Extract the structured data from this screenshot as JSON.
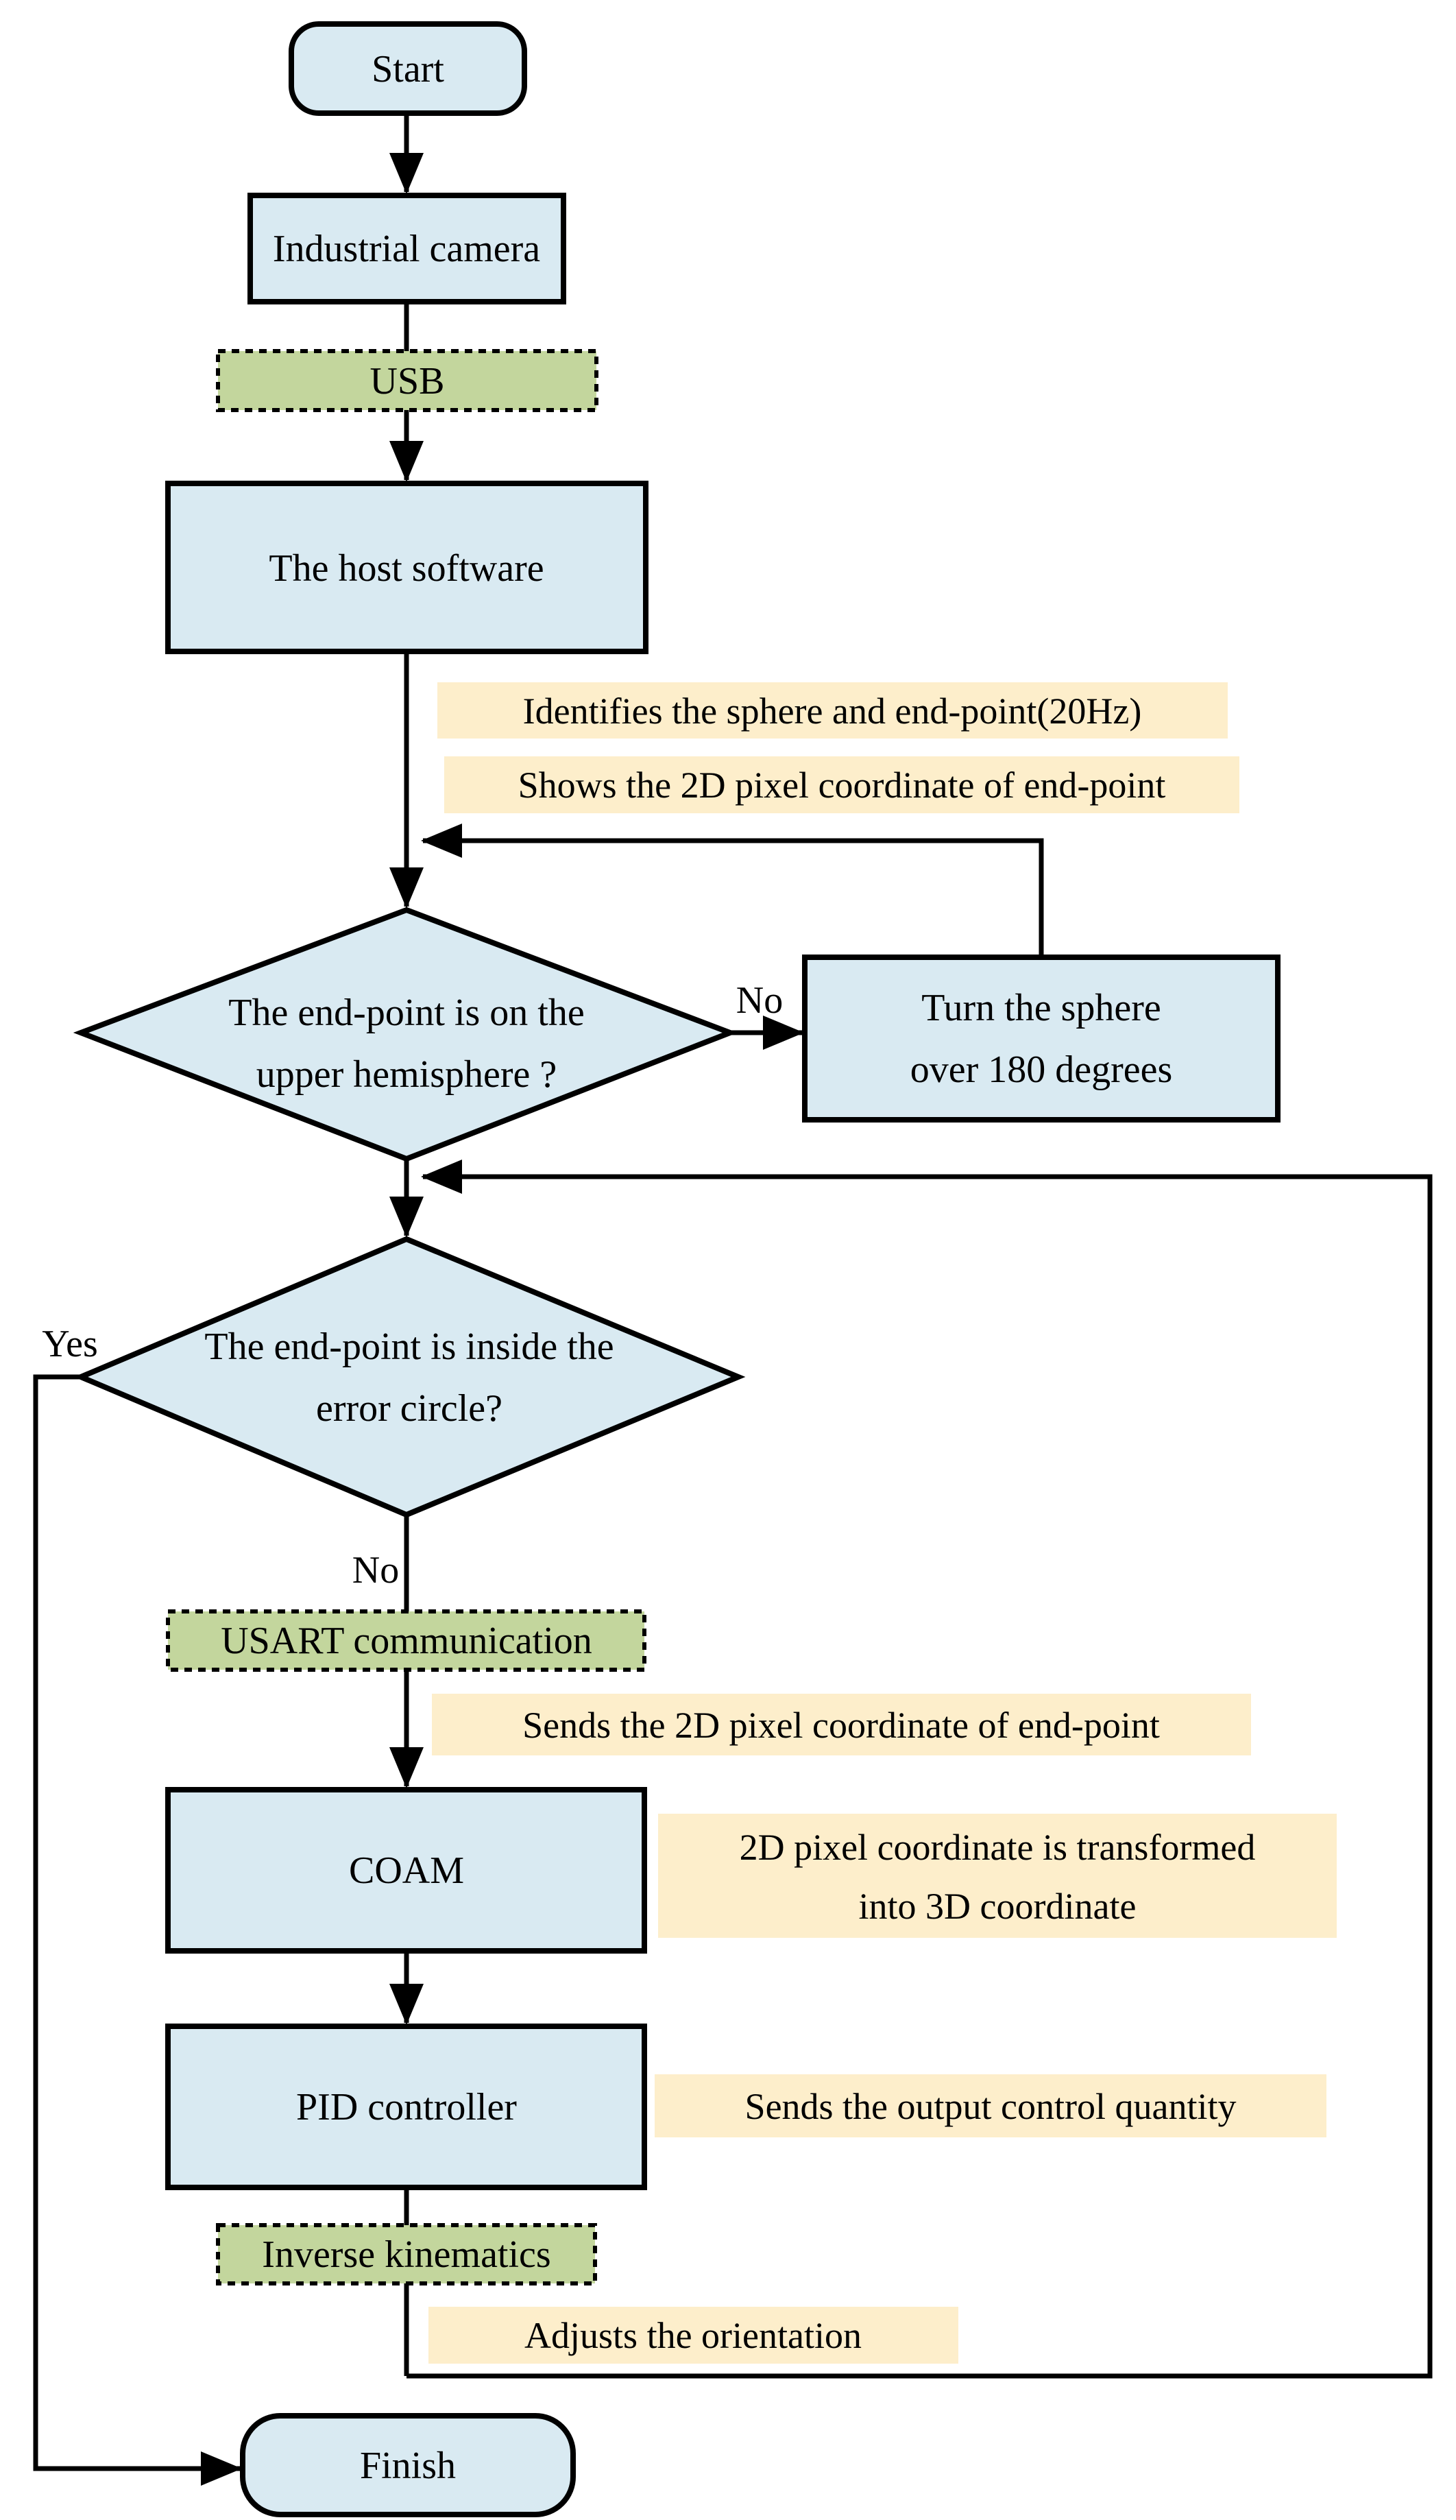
{
  "flowchart": {
    "nodes": {
      "start": {
        "label": "Start"
      },
      "industrial_camera": {
        "label": "Industrial camera"
      },
      "usb": {
        "label": "USB"
      },
      "host_software": {
        "label": "The host software"
      },
      "decision_upper_hemisphere": {
        "line1": "The end-point is on the",
        "line2": "upper hemisphere ?"
      },
      "turn_sphere": {
        "line1": "Turn the sphere",
        "line2": "over 180 degrees"
      },
      "decision_error_circle": {
        "line1": "The end-point is inside the",
        "line2": "error circle?"
      },
      "usart": {
        "label": "USART communication"
      },
      "coam": {
        "label": "COAM"
      },
      "pid": {
        "label": "PID controller"
      },
      "inverse_kinematics": {
        "label": "Inverse kinematics"
      },
      "finish": {
        "label": "Finish"
      }
    },
    "annotations": {
      "identify": "Identifies the sphere and end-point(20Hz)",
      "shows": "Shows the 2D pixel coordinate of end-point",
      "sends_2d": "Sends the 2D pixel coordinate of end-point",
      "transform_line1": "2D pixel coordinate is transformed",
      "transform_line2": "into 3D coordinate",
      "sends_output": "Sends the output control quantity",
      "adjusts": "Adjusts the orientation"
    },
    "edge_labels": {
      "no_hemisphere": "No",
      "yes_error": "Yes",
      "no_error": "No"
    },
    "colors": {
      "process_fill": "#d9eaf2",
      "comm_fill": "#c3d69d",
      "annotation_fill": "#fdeecb",
      "line": "#000000"
    }
  }
}
